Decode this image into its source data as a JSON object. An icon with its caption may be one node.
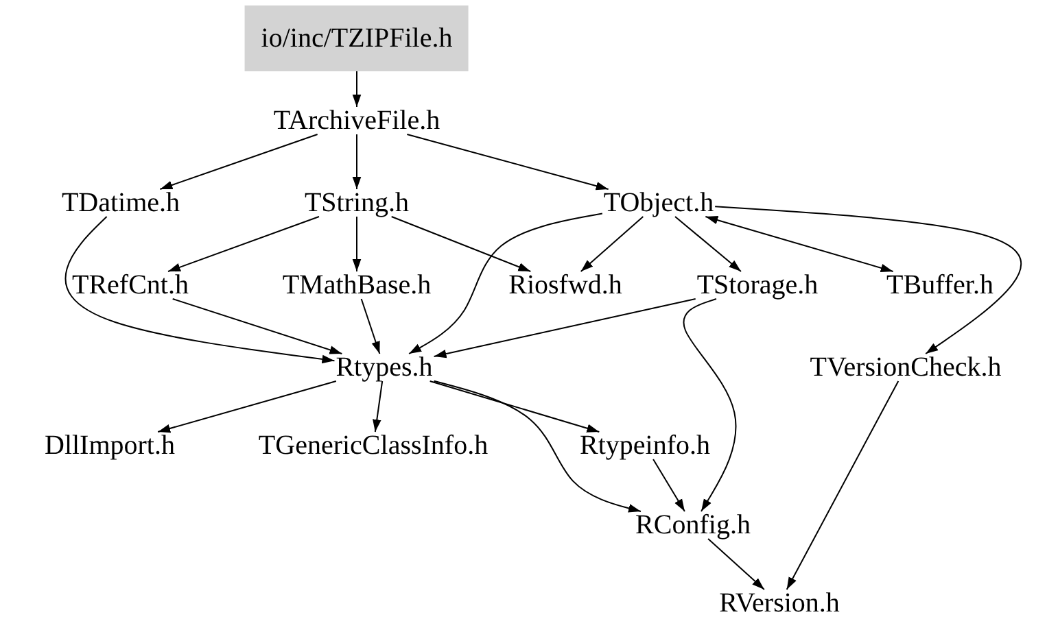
{
  "diagram": {
    "nodes": [
      {
        "text": [
          "io/inc/TZIPFile.h"
        ]
      },
      {
        "text": [
          "TArchiveFile.h"
        ]
      },
      {
        "text": [
          "TDatime.h"
        ]
      },
      {
        "text": [
          "TString.h"
        ]
      },
      {
        "text": [
          "TObject.h"
        ]
      },
      {
        "text": [
          "TRefCnt.h"
        ]
      },
      {
        "text": [
          "TMathBase.h"
        ]
      },
      {
        "text": [
          "Riosfwd.h"
        ]
      },
      {
        "text": [
          "TStorage.h"
        ]
      },
      {
        "text": [
          "TBuffer.h"
        ]
      },
      {
        "text": [
          "Rtypes.h"
        ]
      },
      {
        "text": [
          "TVersionCheck.h"
        ]
      },
      {
        "text": [
          "DllImport.h"
        ]
      },
      {
        "text": [
          "TGenericClassInfo.h"
        ]
      },
      {
        "text": [
          "Rtypeinfo.h"
        ]
      },
      {
        "text": [
          "RConfig.h"
        ]
      },
      {
        "text": [
          "RVersion.h"
        ]
      }
    ],
    "edges": [
      {
        "from": 0,
        "to": 1,
        "arrow": "to"
      },
      {
        "from": 1,
        "to": 2,
        "arrow": "to"
      },
      {
        "from": 1,
        "to": 3,
        "arrow": "to"
      },
      {
        "from": 1,
        "to": 4,
        "arrow": "to"
      },
      {
        "from": 2,
        "to": 10,
        "arrow": "to"
      },
      {
        "from": 3,
        "to": 5,
        "arrow": "to"
      },
      {
        "from": 3,
        "to": 6,
        "arrow": "to"
      },
      {
        "from": 3,
        "to": 7,
        "arrow": "to"
      },
      {
        "from": 4,
        "to": 10,
        "arrow": "to"
      },
      {
        "from": 4,
        "to": 7,
        "arrow": "to"
      },
      {
        "from": 4,
        "to": 8,
        "arrow": "to"
      },
      {
        "from": 4,
        "to": 9,
        "arrow": "both"
      },
      {
        "from": 4,
        "to": 11,
        "arrow": "to"
      },
      {
        "from": 5,
        "to": 10,
        "arrow": "to"
      },
      {
        "from": 6,
        "to": 10,
        "arrow": "to"
      },
      {
        "from": 8,
        "to": 10,
        "arrow": "to"
      },
      {
        "from": 8,
        "to": 15,
        "arrow": "to"
      },
      {
        "from": 10,
        "to": 12,
        "arrow": "to"
      },
      {
        "from": 10,
        "to": 13,
        "arrow": "to"
      },
      {
        "from": 10,
        "to": 14,
        "arrow": "to"
      },
      {
        "from": 10,
        "to": 15,
        "arrow": "to"
      },
      {
        "from": 14,
        "to": 15,
        "arrow": "to"
      },
      {
        "from": 11,
        "to": 16,
        "arrow": "to"
      },
      {
        "from": 15,
        "to": 16,
        "arrow": "to"
      }
    ]
  }
}
